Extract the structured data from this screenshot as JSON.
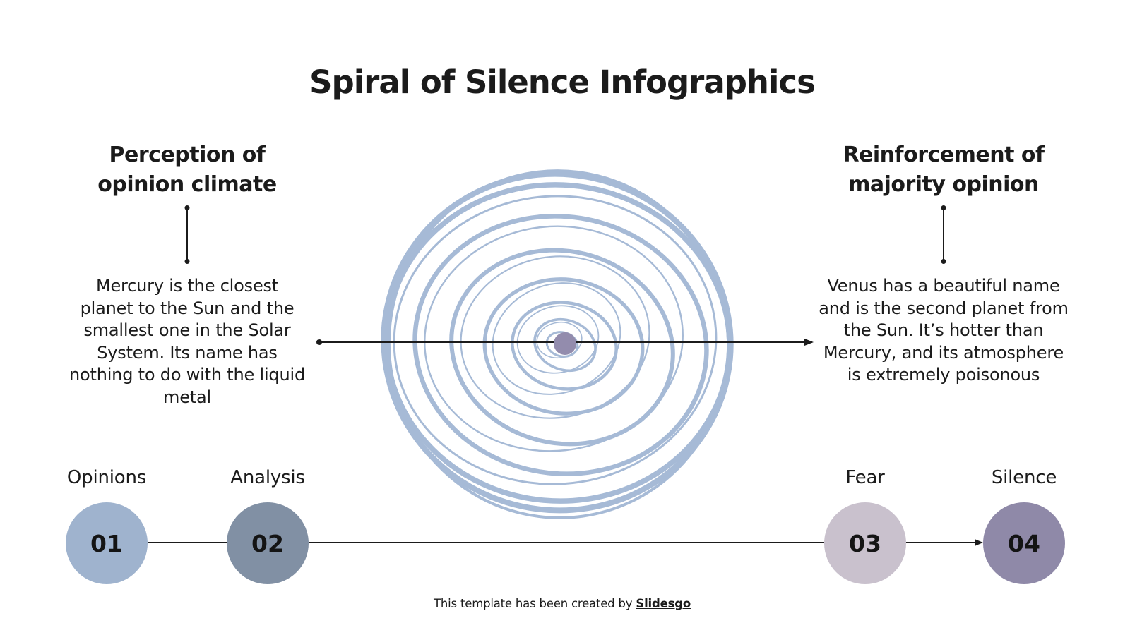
{
  "title": "Spiral of Silence Infographics",
  "left_section": {
    "heading": "Perception of opinion climate",
    "body": "Mercury is the closest planet to the Sun and the smallest one in the Solar System. Its name has nothing to do with the liquid metal"
  },
  "right_section": {
    "heading": "Reinforcement of majority opinion",
    "body": "Venus has a beautiful name and is the second planet from the Sun. It’s hotter than Mercury, and its atmosphere is extremely poisonous"
  },
  "steps": [
    {
      "number": "01",
      "label": "Opinions",
      "color": "#9fb3ce"
    },
    {
      "number": "02",
      "label": "Analysis",
      "color": "#8190a4"
    },
    {
      "number": "03",
      "label": "Fear",
      "color": "#c9c1cd"
    },
    {
      "number": "04",
      "label": "Silence",
      "color": "#8f89a8"
    }
  ],
  "spiral": {
    "stroke_color": "#a6bad6",
    "center_dot_color": "#938cad"
  },
  "colors": {
    "background": "#ffffff",
    "text": "#1b1b1b",
    "line": "#1b1b1b"
  },
  "footer": {
    "text": "This template has been created by",
    "brand": "Slidesgo"
  }
}
